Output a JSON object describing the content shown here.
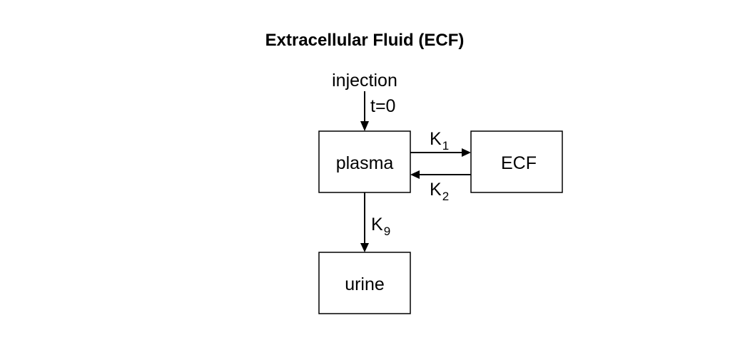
{
  "title": "Extracellular Fluid (ECF)",
  "nodes": {
    "plasma": "plasma",
    "ecf": "ECF",
    "urine": "urine"
  },
  "input": {
    "label": "injection",
    "time": "t=0"
  },
  "rates": {
    "k1": {
      "base": "K",
      "sub": "1"
    },
    "k2": {
      "base": "K",
      "sub": "2"
    },
    "k9": {
      "base": "K",
      "sub": "9"
    }
  }
}
